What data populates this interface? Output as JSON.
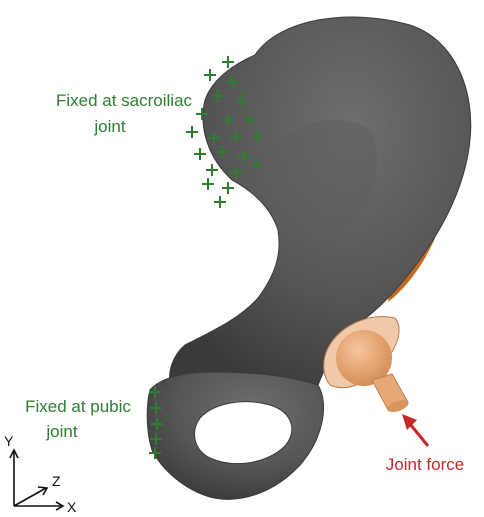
{
  "labels": {
    "sacroiliac_line1": "Fixed at sacroiliac",
    "sacroiliac_line2": "joint",
    "pubic_line1": "Fixed at pubic",
    "pubic_line2": "joint",
    "force": "Joint force"
  },
  "axes": {
    "y": "Y",
    "z": "Z",
    "x": "X"
  },
  "colors": {
    "bone": "#5a5a5a",
    "bone_dark": "#3f3f3f",
    "fixation_marker": "#2e7d32",
    "force_arrow": "#c62828",
    "femoral_head": "#e8a777",
    "cup_rim": "#f0c9a8",
    "posterior_edge": "#c26a22"
  }
}
